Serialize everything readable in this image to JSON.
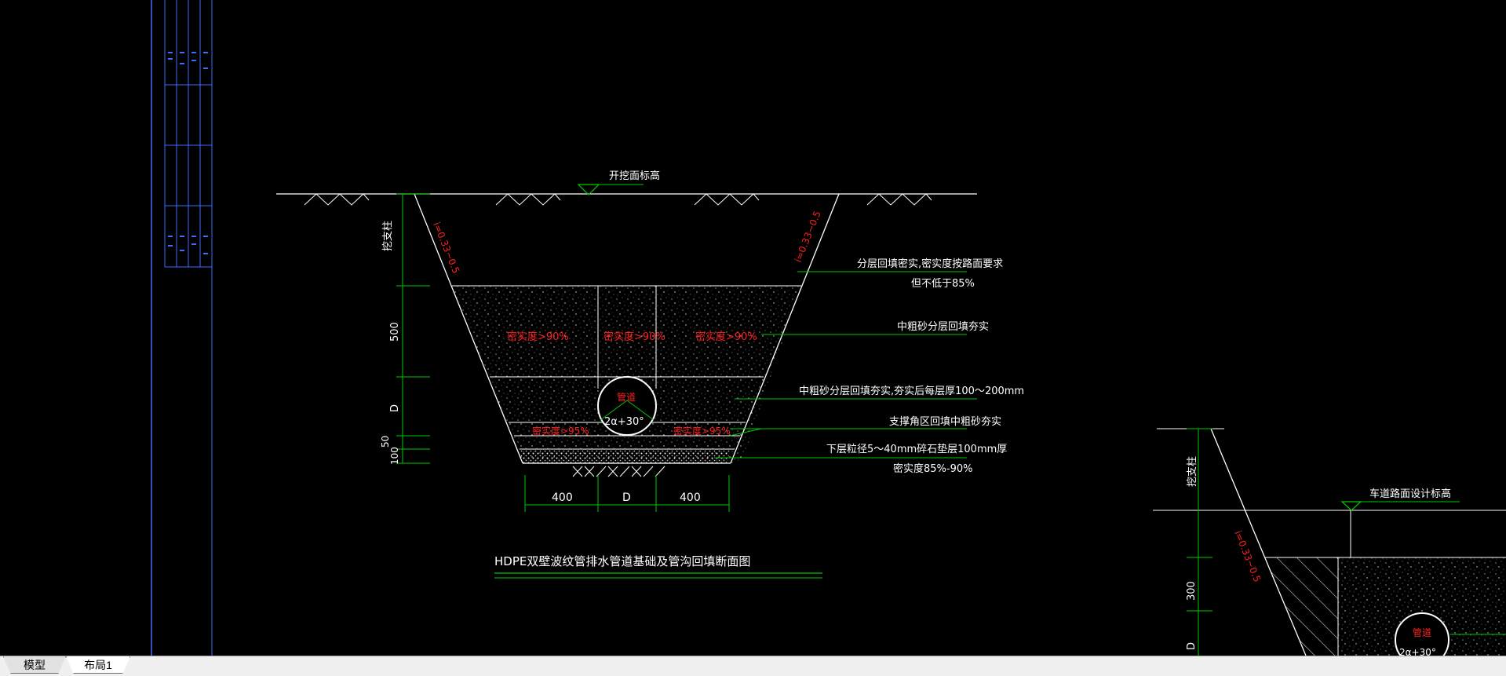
{
  "app": {
    "colors": {
      "background": "#000000",
      "linework": "#ffffff",
      "leader": "#00c800",
      "red_text": "#ff2020",
      "frame": "#3d6dff"
    }
  },
  "drawing": {
    "main_section": {
      "excavation_level_label": "开挖面标高",
      "slope_left": "i=0.33~0.5",
      "slope_right": "i=0.33~0.5",
      "support_pile_label": "挖支柱",
      "dim_500": "500",
      "dim_D": "D",
      "dim_50": "50",
      "dim_100": "100",
      "compaction_left": "密实度>90%",
      "compaction_center": "密实度>90%",
      "compaction_right": "密实度>90%",
      "compaction_95_left": "密实度>95%",
      "compaction_95_right": "密实度>95%",
      "pipe_label": "管道",
      "pipe_angle": "2α+30°",
      "note_1_line1": "分层回填密实,密实度按路面要求",
      "note_1_line2": "但不低于85%",
      "note_2": "中粗砂分层回填夯实",
      "note_3": "中粗砂分层回填夯实,夯实后每层厚100～200mm",
      "note_4": "支撑角区回填中粗砂夯实",
      "note_5_line1": "下层粒径5～40mm碎石垫层100mm厚",
      "note_5_line2": "密实度85%-90%",
      "bottom_dim_left": "400",
      "bottom_dim_center": "D",
      "bottom_dim_right": "400",
      "title": "HDPE双壁波纹管排水管道基础及管沟回填断面图"
    },
    "secondary_section": {
      "support_pile_label": "挖支柱",
      "road_level_label": "车道路面设计标高",
      "slope_label": "i=0.33~0.5",
      "dim_300": "300",
      "dim_D": "D",
      "pipe_label": "管道",
      "pipe_angle": "2α+30°"
    }
  },
  "tabs": [
    {
      "label": "模型",
      "active": false
    },
    {
      "label": "布局1",
      "active": true
    }
  ]
}
